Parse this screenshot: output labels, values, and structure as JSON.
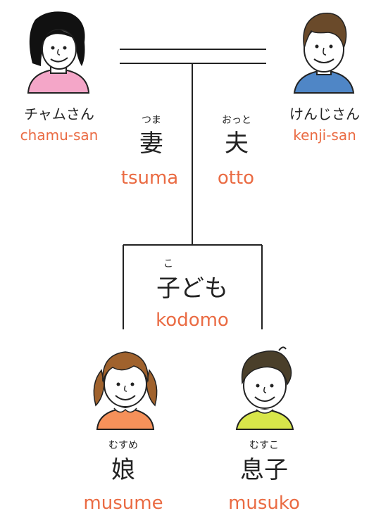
{
  "mother": {
    "name_jp": "チャムさん",
    "name_romaji": "chamu-san"
  },
  "father": {
    "name_jp": "けんじさん",
    "name_romaji": "kenji-san"
  },
  "wife": {
    "furigana": "つま",
    "kanji": "妻",
    "romaji": "tsuma"
  },
  "husband": {
    "furigana": "おっと",
    "kanji": "夫",
    "romaji": "otto"
  },
  "children": {
    "furigana": "こ",
    "kanji": "子ども",
    "romaji": "kodomo"
  },
  "daughter": {
    "furigana": "むすめ",
    "kanji": "娘",
    "romaji": "musume"
  },
  "son": {
    "furigana": "むすこ",
    "kanji": "息子",
    "romaji": "musuko"
  },
  "colors": {
    "romaji": "#ea6b43",
    "mother_shirt": "#f4a6c8",
    "father_shirt": "#4f86c6",
    "daughter_shirt": "#f6915a",
    "son_shirt": "#d8e64a",
    "daughter_hair": "#a0622d",
    "son_hair": "#4a3f2a",
    "father_hair": "#6a4a2a",
    "mother_hair": "#111111"
  },
  "icons": [
    "mother-illustration",
    "father-illustration",
    "daughter-illustration",
    "son-illustration"
  ]
}
